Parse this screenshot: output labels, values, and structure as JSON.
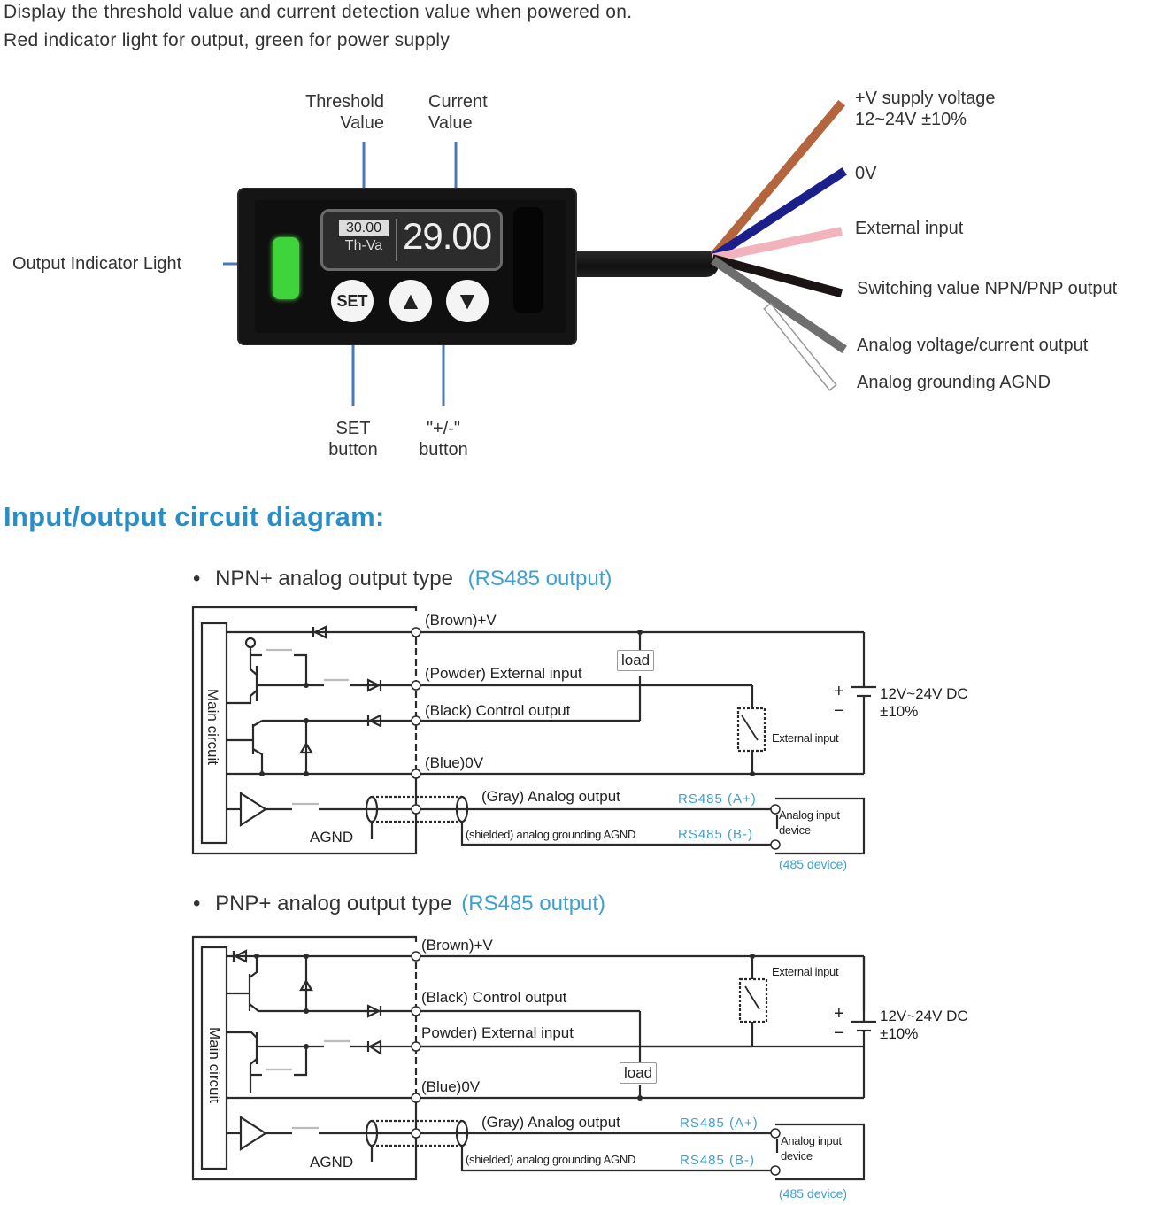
{
  "intro": {
    "line1": "Display the threshold value and current detection value when powered on.",
    "line2": "Red indicator light for output, green for power supply"
  },
  "device": {
    "callouts": {
      "threshold_line1": "Threshold",
      "threshold_line2": "Value",
      "current_line1": "Current",
      "current_line2": "Value",
      "indicator": "Output Indicator Light",
      "set_line1": "SET",
      "set_line2": "button",
      "plusminus_line1": "\"+/-\"",
      "plusminus_line2": "button"
    },
    "display": {
      "threshold_value": "30.00",
      "threshold_label": "Th-Va",
      "current_value": "29.00"
    },
    "buttons": {
      "set": "SET",
      "up": "▲",
      "down": "▼"
    },
    "indicator_color": "#3fd43b"
  },
  "wires": [
    {
      "color": "#b5653d",
      "label_line1": "+V supply voltage",
      "label_line2": "12~24V  ±10%"
    },
    {
      "color": "#1a1f8c",
      "label_line1": "0V"
    },
    {
      "color": "#f2b3bc",
      "label_line1": "External input"
    },
    {
      "color": "#1a1414",
      "label_line1": "Switching value NPN/PNP output"
    },
    {
      "color": "#6e6e6e",
      "label_line1": "Analog voltage/current output"
    },
    {
      "color": "#ffffff",
      "label_line1": "Analog grounding AGND"
    }
  ],
  "section_title": "Input/output circuit diagram:",
  "circuits": [
    {
      "bullet": "•",
      "title": "NPN+ analog output type",
      "title_accent": "(RS485 output)",
      "main_label": "Main circuit",
      "terminals": [
        "(Brown)+V",
        "(Powder) External input",
        "(Black) Control output",
        "(Blue)0V"
      ],
      "analog_out": "(Gray) Analog output",
      "agnd_line": "(shielded) analog grounding AGND",
      "agnd": "AGND",
      "rs_a": "RS485 (A+)",
      "rs_b": "RS485 (B-)",
      "device_line1": "Analog input",
      "device_line2": "device",
      "device_note": "(485 device)",
      "load": "load",
      "ext_input": "External input",
      "supply_plus": "+",
      "supply_minus": "−",
      "supply_line1": "12V~24V DC",
      "supply_line2": "±10%"
    },
    {
      "bullet": "•",
      "title": "PNP+ analog output type",
      "title_accent": "(RS485 output)",
      "main_label": "Main circuit",
      "terminals": [
        "(Brown)+V",
        "(Black) Control output",
        "Powder) External input",
        "(Blue)0V"
      ],
      "analog_out": "(Gray) Analog output",
      "agnd_line": "(shielded) analog grounding AGND",
      "agnd": "AGND",
      "rs_a": "RS485 (A+)",
      "rs_b": "RS485 (B-)",
      "device_line1": "Analog input",
      "device_line2": "device",
      "device_note": "(485 device)",
      "load": "load",
      "ext_input": "External input",
      "supply_plus": "+",
      "supply_minus": "−",
      "supply_line1": "12V~24V DC",
      "supply_line2": "±10%"
    }
  ]
}
